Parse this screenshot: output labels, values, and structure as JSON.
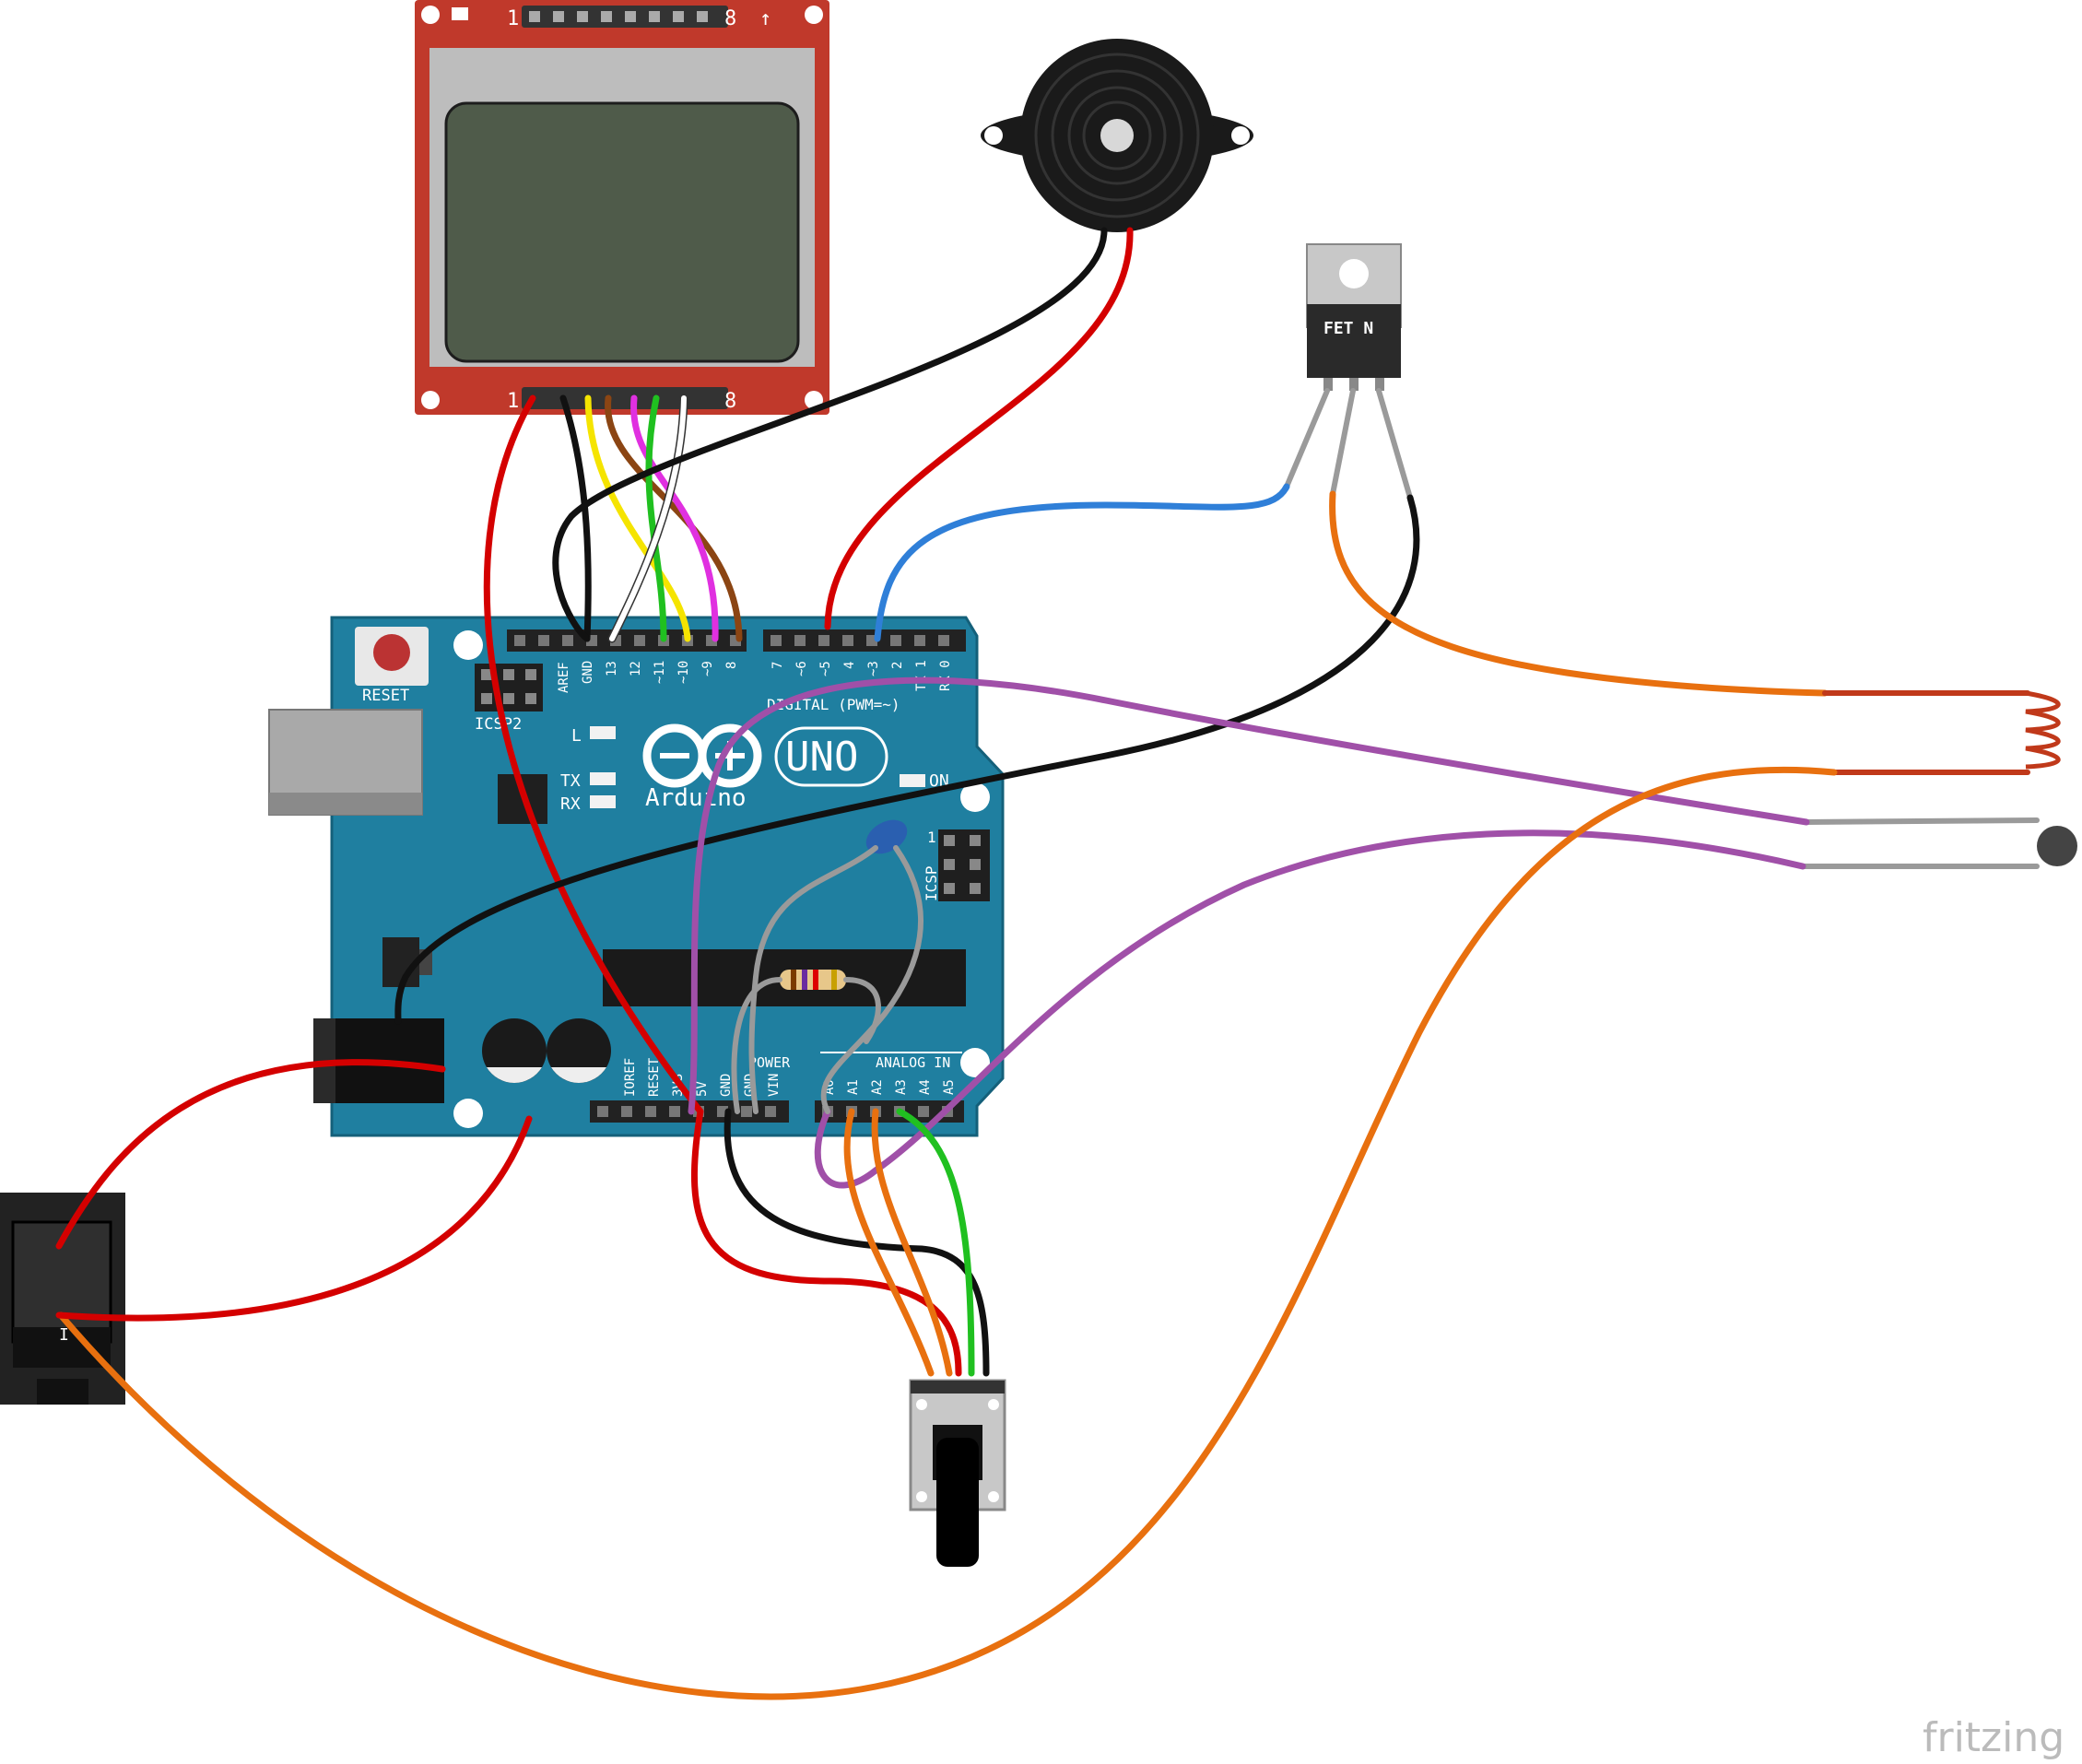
{
  "lcd": {
    "pin_first": "1",
    "pin_last": "8",
    "pin_first_bottom": "1",
    "pin_last_bottom": "8",
    "arrow": "↑"
  },
  "arduino": {
    "reset": "RESET",
    "icsp2": "ICSP2",
    "icsp": "ICSP",
    "icsp_pin": "1",
    "led_l": "L",
    "led_tx": "TX",
    "led_rx": "RX",
    "led_on": "ON",
    "brand": "Arduino",
    "model": "UNO",
    "digital_label": "DIGITAL (PWM=~)",
    "power_label": "POWER",
    "analog_label": "ANALOG IN",
    "digital_pins": [
      "AREF",
      "GND",
      "13",
      "12",
      "~11",
      "~10",
      "~9",
      "8",
      "7",
      "~6",
      "~5",
      "4",
      "~3",
      "2",
      "TX 1",
      "RX 0"
    ],
    "power_pins": [
      "IOREF",
      "RESET",
      "3V3",
      "5V",
      "GND",
      "GND",
      "VIN"
    ],
    "analog_pins": [
      "A0",
      "A1",
      "A2",
      "A3",
      "A4",
      "A5"
    ]
  },
  "mosfet": {
    "label": "FET N"
  },
  "switch": {
    "label": "I"
  },
  "footer": {
    "logo": "fritzing"
  },
  "colors": {
    "board": "#1f7fa0",
    "red": "#d40000",
    "black": "#111111",
    "orange": "#e8700f",
    "purple": "#a050a8",
    "green": "#20c020",
    "blue": "#2f7fd8",
    "yellow": "#f5e400",
    "magenta": "#e030e0",
    "brown": "#8b4513",
    "white": "#ffffff",
    "gray": "#9a9a9a"
  }
}
